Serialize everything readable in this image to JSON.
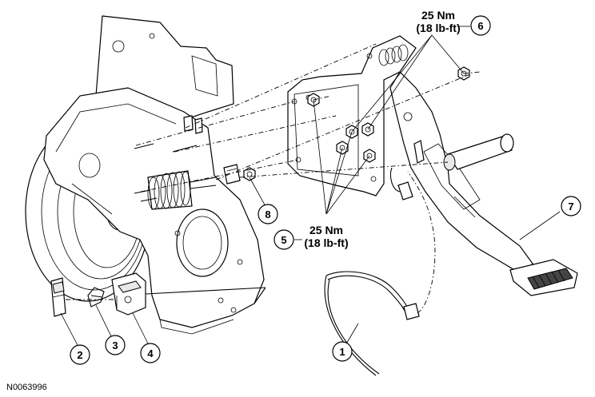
{
  "figure_id": "N0063996",
  "torque_specs": {
    "upper": {
      "line1": "25 Nm",
      "line2": "(18 lb-ft)"
    },
    "lower": {
      "line1": "25 Nm",
      "line2": "(18 lb-ft)"
    }
  },
  "callouts": [
    "1",
    "2",
    "3",
    "4",
    "5",
    "6",
    "7",
    "8"
  ]
}
